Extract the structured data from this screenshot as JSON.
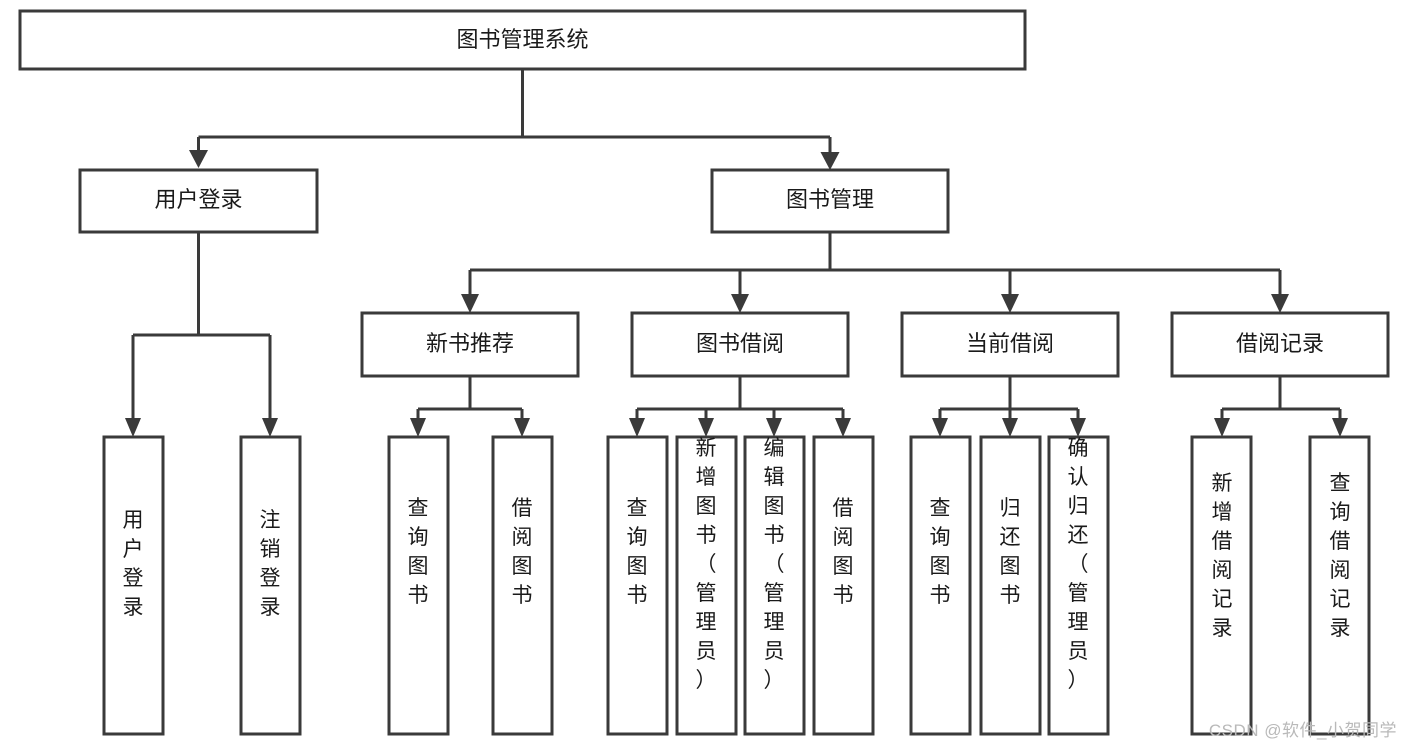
{
  "diagram": {
    "type": "tree",
    "title": "图书管理系统",
    "orientation": "top-down",
    "colors": {
      "stroke": "#3a3a3a",
      "box_fill": "#ffffff",
      "text": "#1a1a1a",
      "background": "#ffffff",
      "watermark": "#b9b9b9"
    },
    "root": {
      "label": "图书管理系统",
      "level": 1
    },
    "level2": [
      {
        "label": "用户登录",
        "level": 2
      },
      {
        "label": "图书管理",
        "level": 2
      }
    ],
    "level3": [
      {
        "label": "新书推荐",
        "level": 3,
        "parent": "图书管理"
      },
      {
        "label": "图书借阅",
        "level": 3,
        "parent": "图书管理"
      },
      {
        "label": "当前借阅",
        "level": 3,
        "parent": "图书管理"
      },
      {
        "label": "借阅记录",
        "level": 3,
        "parent": "图书管理"
      }
    ],
    "leaves": {
      "用户登录": [
        {
          "label": "用户登录"
        },
        {
          "label": "注销登录"
        }
      ],
      "新书推荐": [
        {
          "label": "查询图书"
        },
        {
          "label": "借阅图书"
        }
      ],
      "图书借阅": [
        {
          "label": "查询图书"
        },
        {
          "label": "新增图书（管理员）"
        },
        {
          "label": "编辑图书（管理员）"
        },
        {
          "label": "借阅图书"
        }
      ],
      "当前借阅": [
        {
          "label": "查询图书"
        },
        {
          "label": "归还图书"
        },
        {
          "label": "确认归还（管理员）"
        }
      ],
      "借阅记录": [
        {
          "label": "新增借阅记录"
        },
        {
          "label": "查询借阅记录"
        }
      ]
    }
  },
  "watermark": {
    "text": "CSDN @软件_小贺同学"
  }
}
